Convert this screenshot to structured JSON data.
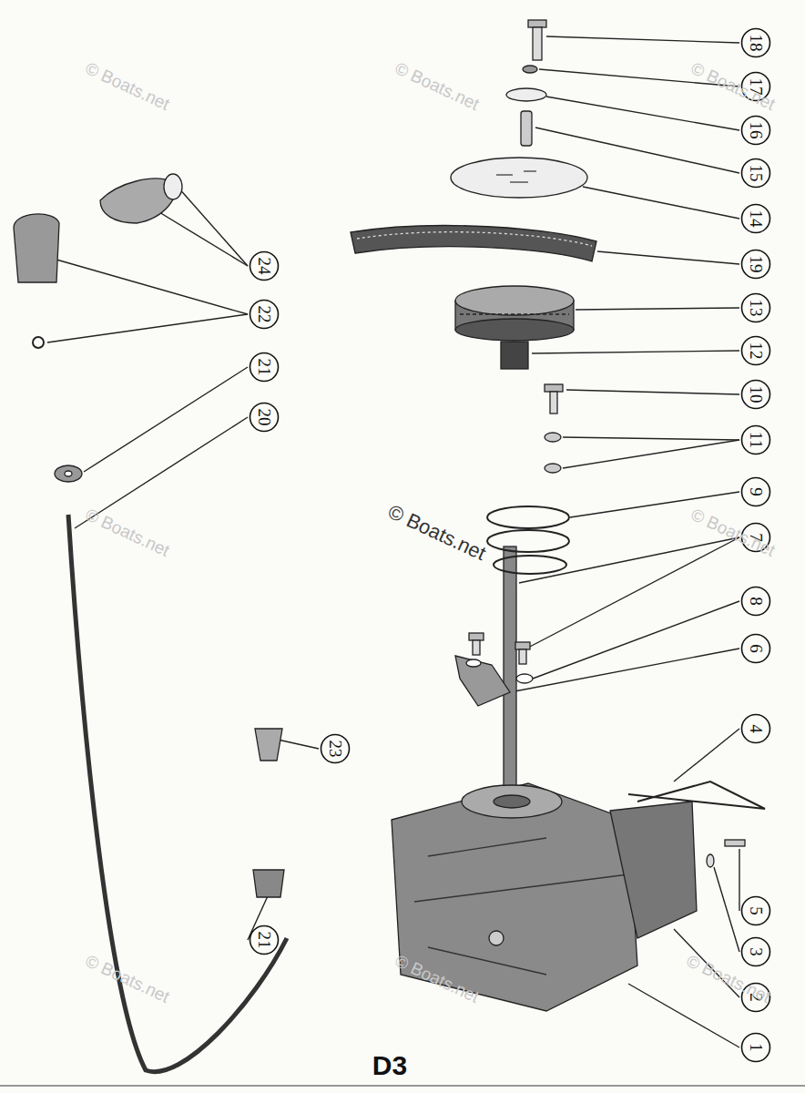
{
  "diagram": {
    "nodes": [
      {
        "text": [
          "18"
        ]
      },
      {
        "text": [
          "17"
        ]
      },
      {
        "text": [
          "16"
        ]
      },
      {
        "text": [
          "15"
        ]
      },
      {
        "text": [
          "14"
        ]
      },
      {
        "text": [
          "19"
        ]
      },
      {
        "text": [
          "24"
        ]
      },
      {
        "text": [
          "13"
        ]
      },
      {
        "text": [
          "22"
        ]
      },
      {
        "text": [
          "12"
        ]
      },
      {
        "text": [
          "21"
        ]
      },
      {
        "text": [
          "10"
        ]
      },
      {
        "text": [
          "20"
        ]
      },
      {
        "text": [
          "11"
        ]
      },
      {
        "text": [
          "9"
        ]
      },
      {
        "text": [
          "7"
        ]
      },
      {
        "text": [
          "8"
        ]
      },
      {
        "text": [
          "6"
        ]
      },
      {
        "text": [
          "4"
        ]
      },
      {
        "text": [
          "23"
        ]
      },
      {
        "text": [
          "5"
        ]
      },
      {
        "text": [
          "21"
        ]
      },
      {
        "text": [
          "3"
        ]
      },
      {
        "text": [
          "2"
        ]
      },
      {
        "text": [
          "1"
        ]
      }
    ],
    "labels": [
      "© Boats.net",
      "© Boats.net",
      "© Boats.net",
      "© Boats.net",
      "© Boats.net",
      "© Boats.net",
      "© Boats.net",
      "© Boats.net",
      "© Boats.net",
      "D3"
    ]
  }
}
